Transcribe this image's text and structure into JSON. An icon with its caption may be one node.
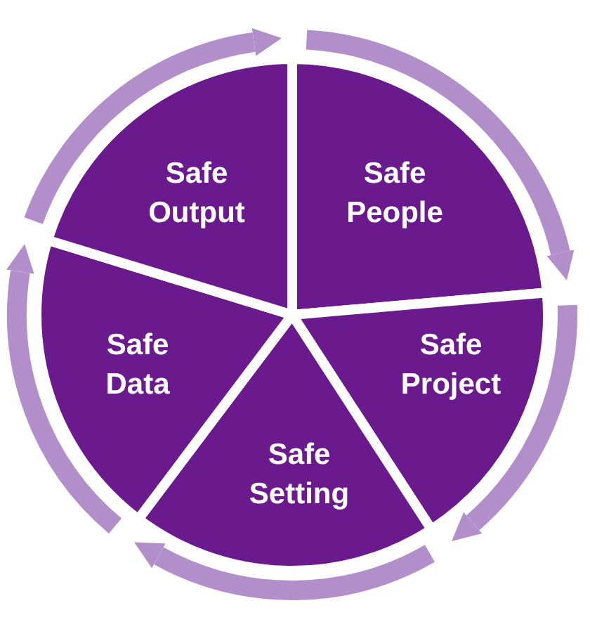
{
  "diagram": {
    "nodes": [
      {
        "text": [
          "Safe People"
        ]
      },
      {
        "text": [
          "Safe Project"
        ]
      },
      {
        "text": [
          "Safe Setting"
        ]
      },
      {
        "text": [
          "Safe Data"
        ]
      },
      {
        "text": [
          "Safe Output"
        ]
      }
    ]
  }
}
